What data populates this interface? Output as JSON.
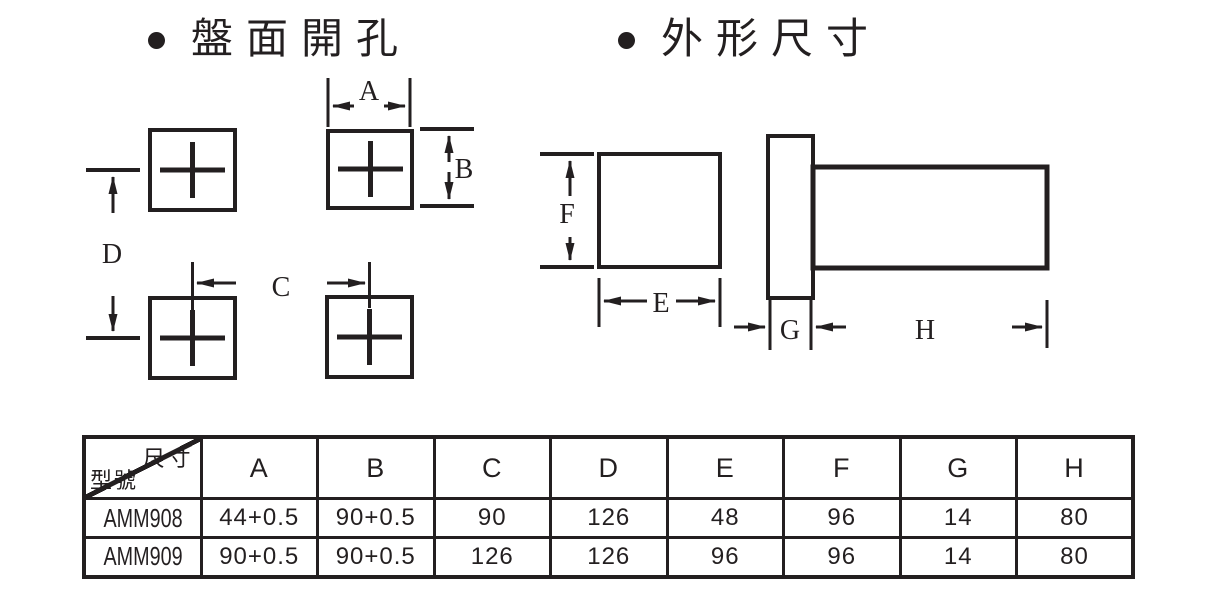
{
  "titles": {
    "left": "盤面開孔",
    "right": "外形尺寸"
  },
  "diagram_labels": {
    "A": "A",
    "B": "B",
    "C": "C",
    "D": "D",
    "E": "E",
    "F": "F",
    "G": "G",
    "H": "H"
  },
  "table": {
    "corner": {
      "top_right": "尺寸",
      "bottom_left": "型號"
    },
    "columns": [
      "A",
      "B",
      "C",
      "D",
      "E",
      "F",
      "G",
      "H"
    ],
    "rows": [
      {
        "model": "AMM908",
        "values": [
          "44+0.5",
          "90+0.5",
          "90",
          "126",
          "48",
          "96",
          "14",
          "80"
        ]
      },
      {
        "model": "AMM909",
        "values": [
          "90+0.5",
          "90+0.5",
          "126",
          "126",
          "96",
          "96",
          "14",
          "80"
        ]
      }
    ]
  },
  "colors": {
    "ink": "#231f20",
    "background": "#ffffff"
  }
}
